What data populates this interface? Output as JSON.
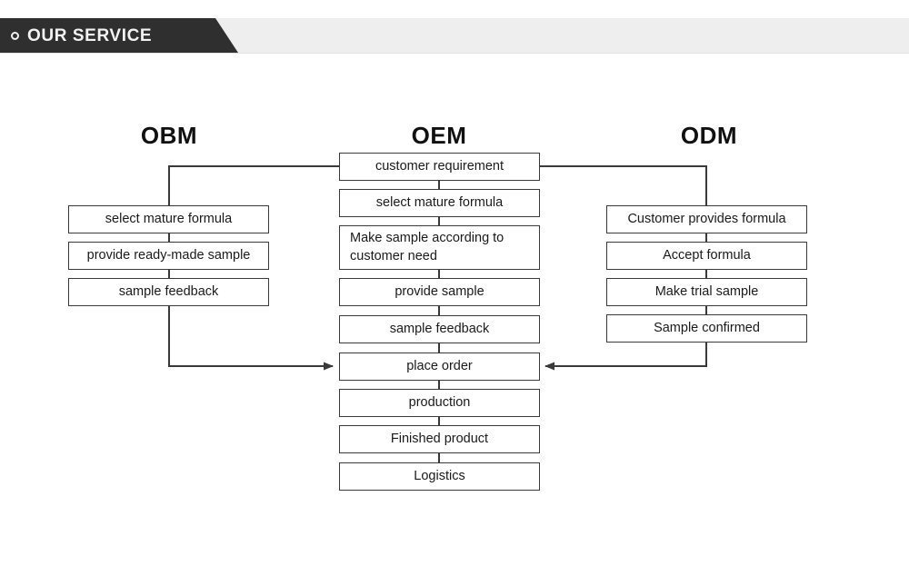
{
  "header": {
    "title": "OUR SERVICE",
    "bullet_icon": "circle-outline-icon",
    "tab_color": "#2f2f2f",
    "bar_color": "#eeeeee",
    "title_color": "#f2f2f2"
  },
  "diagram": {
    "type": "flowchart",
    "box_border_color": "#3a3a3a",
    "line_color": "#3a3a3a",
    "columns": [
      {
        "id": "obm",
        "title": "OBM",
        "boxes": [
          {
            "label": "select mature formula",
            "align": "center"
          },
          {
            "label": "provide ready-made sample",
            "align": "center"
          },
          {
            "label": "sample feedback",
            "align": "center"
          }
        ]
      },
      {
        "id": "oem",
        "title": "OEM",
        "boxes": [
          {
            "label": "customer requirement",
            "align": "center"
          },
          {
            "label": "select mature formula",
            "align": "center"
          },
          {
            "label": "Make sample according to customer need",
            "align": "left"
          },
          {
            "label": "provide sample",
            "align": "center"
          },
          {
            "label": "sample feedback",
            "align": "center"
          },
          {
            "label": "place order",
            "align": "center"
          },
          {
            "label": "production",
            "align": "center"
          },
          {
            "label": "Finished product",
            "align": "center"
          },
          {
            "label": "Logistics",
            "align": "center"
          }
        ]
      },
      {
        "id": "odm",
        "title": "ODM",
        "boxes": [
          {
            "label": "Customer provides formula",
            "align": "center"
          },
          {
            "label": "Accept formula",
            "align": "center"
          },
          {
            "label": "Make trial sample",
            "align": "center"
          },
          {
            "label": "Sample confirmed",
            "align": "center"
          }
        ]
      }
    ],
    "connectors": [
      {
        "name": "oem-to-obm-branch",
        "from": "customer requirement",
        "to": "OBM select mature formula",
        "arrow": false
      },
      {
        "name": "oem-to-odm-branch",
        "from": "customer requirement",
        "to": "ODM Customer provides formula",
        "arrow": false
      },
      {
        "name": "obm-to-place-order",
        "from": "OBM sample feedback",
        "to": "place order",
        "arrow": true
      },
      {
        "name": "odm-to-place-order",
        "from": "ODM Sample confirmed",
        "to": "place order",
        "arrow": true
      }
    ]
  }
}
